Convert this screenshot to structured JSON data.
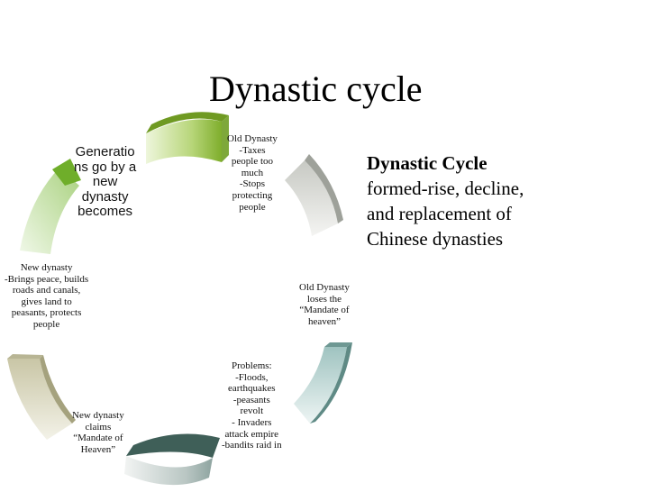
{
  "title": "Dynastic cycle",
  "side_text": {
    "heading": "Dynastic Cycle",
    "lines": [
      "formed-rise, decline,",
      "and replacement of",
      "Chinese dynasties"
    ]
  },
  "cycle_labels": [
    {
      "id": "old-dynasty-taxes",
      "lines": [
        "Old Dynasty",
        "-Taxes",
        "people too",
        "much",
        "-Stops",
        "protecting",
        "people"
      ]
    },
    {
      "id": "loses-mandate",
      "lines": [
        "Old Dynasty",
        "loses the",
        "“Mandate of",
        "heaven”"
      ]
    },
    {
      "id": "problems",
      "lines": [
        "Problems:",
        "-Floods,",
        "earthquakes",
        "-peasants",
        "revolt",
        "- Invaders",
        "attack empire",
        "-bandits raid in"
      ]
    },
    {
      "id": "claims-mandate",
      "lines": [
        "New dynasty",
        "claims",
        "“Mandate of",
        "Heaven”"
      ]
    },
    {
      "id": "new-dynasty-peace",
      "lines": [
        "New dynasty",
        "-Brings peace, builds",
        "roads and canals,",
        "gives land to",
        "peasants, protects",
        "people"
      ]
    },
    {
      "id": "generations",
      "lines": [
        "Generatio",
        "ns go by a",
        "new",
        "dynasty",
        "becomes"
      ]
    }
  ],
  "colors": {
    "arc_top_green": "#8db83e",
    "arc_grey": "#a9aca5",
    "arc_teal": "#6f9994",
    "arc_dark_teal": "#3f5f58",
    "arc_olive": "#b2af8c",
    "arc_light_green": "#b5d79b"
  }
}
